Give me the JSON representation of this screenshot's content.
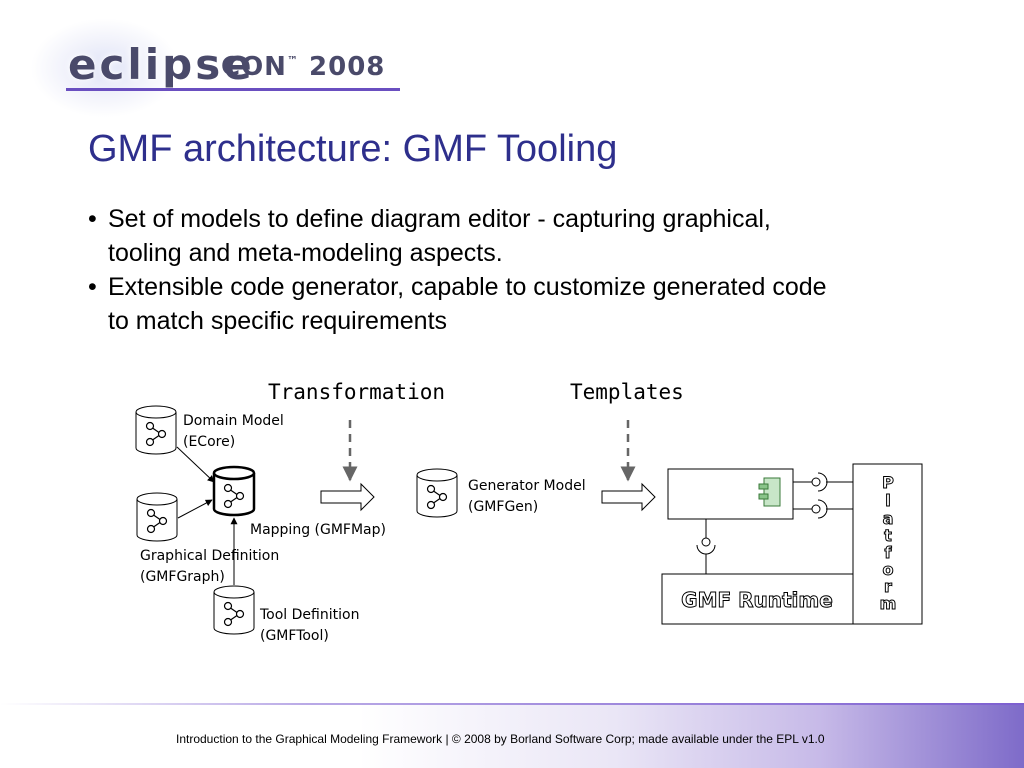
{
  "logo": {
    "eclipse": "eclipse",
    "con": "CON",
    "tm": "™",
    "year": "2008"
  },
  "slide": {
    "title": "GMF architecture: GMF Tooling",
    "bullets": [
      {
        "line1": "Set of models to define diagram editor - capturing graphical,",
        "line2": "tooling and meta-modeling aspects."
      },
      {
        "line1": "Extensible code generator, capable to customize generated code",
        "line2": "to match specific requirements"
      }
    ],
    "bullet_symbol": "•"
  },
  "diagram": {
    "transformation": "Transformation",
    "templates": "Templates",
    "domain_model": {
      "line1": "Domain Model",
      "line2": "(ECore)"
    },
    "mapping": "Mapping (GMFMap)",
    "graphical_definition": {
      "line1": "Graphical Definition",
      "line2": "(GMFGraph)"
    },
    "tool_definition": {
      "line1": "Tool Definition",
      "line2": "(GMFTool)"
    },
    "generator_model": {
      "line1": "Generator Model",
      "line2": "(GMFGen)"
    },
    "gmf_runtime": "GMF Runtime",
    "platform": [
      "P",
      "l",
      "a",
      "t",
      "f",
      "o",
      "r",
      "m"
    ],
    "colors": {
      "component_icon": "#8ac48a",
      "stroke": "#000000"
    }
  },
  "footer": {
    "text": "Introduction to the Graphical Modeling Framework  |  © 2008 by Borland Software Corp; made available under the EPL v1.0"
  }
}
